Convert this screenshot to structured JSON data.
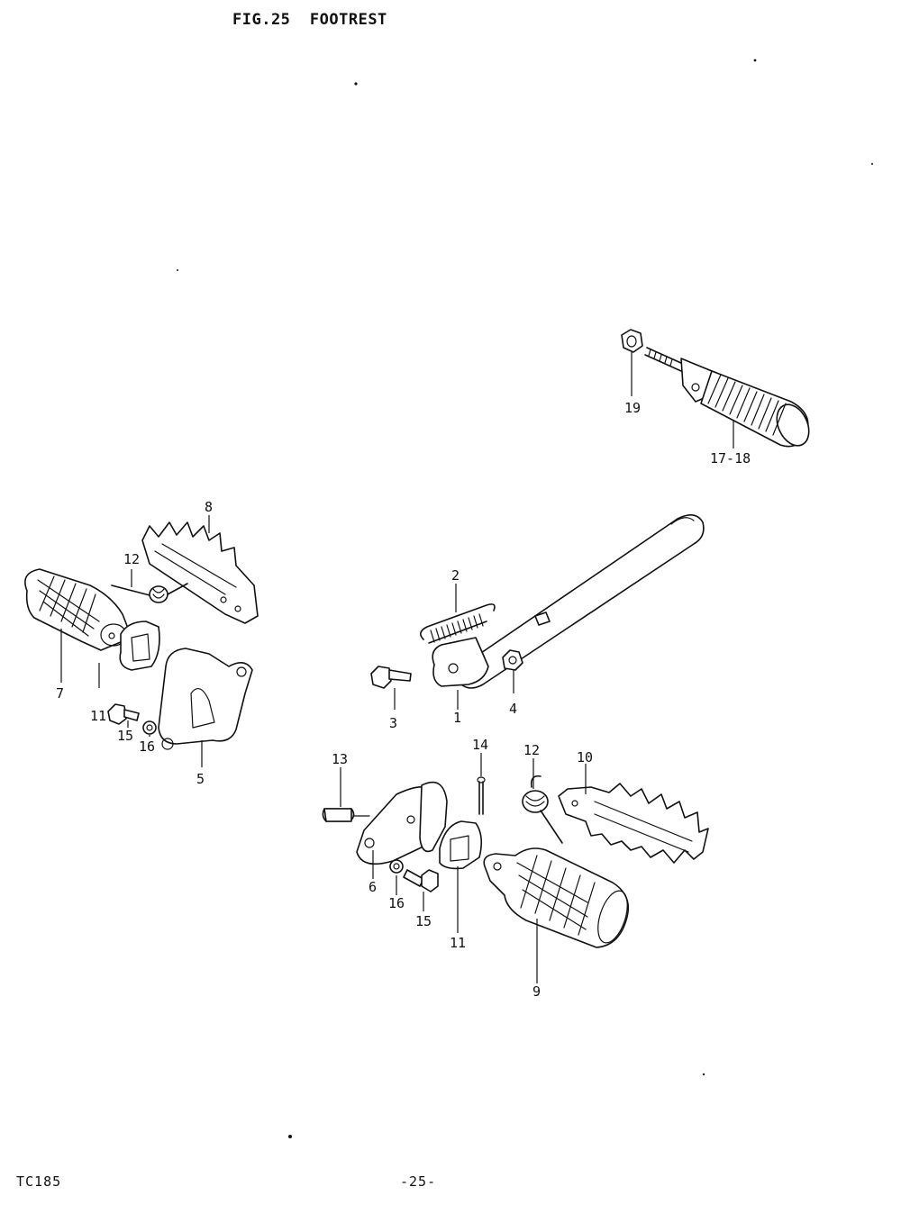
{
  "header": {
    "figure_number": "FIG.25",
    "figure_title": "FOOTREST"
  },
  "footer": {
    "model": "TC185",
    "page_number": "-25-"
  },
  "callouts": {
    "c1": "1",
    "c2": "2",
    "c3": "3",
    "c4": "4",
    "c5": "5",
    "c6": "6",
    "c7": "7",
    "c8": "8",
    "c9": "9",
    "c10": "10",
    "c11_left": "11",
    "c11_right": "11",
    "c12_left": "12",
    "c12_right": "12",
    "c13": "13",
    "c14": "14",
    "c15_left": "15",
    "c15_right": "15",
    "c16_left": "16",
    "c16_right": "16",
    "c17_18": "17-18",
    "c19": "19"
  }
}
